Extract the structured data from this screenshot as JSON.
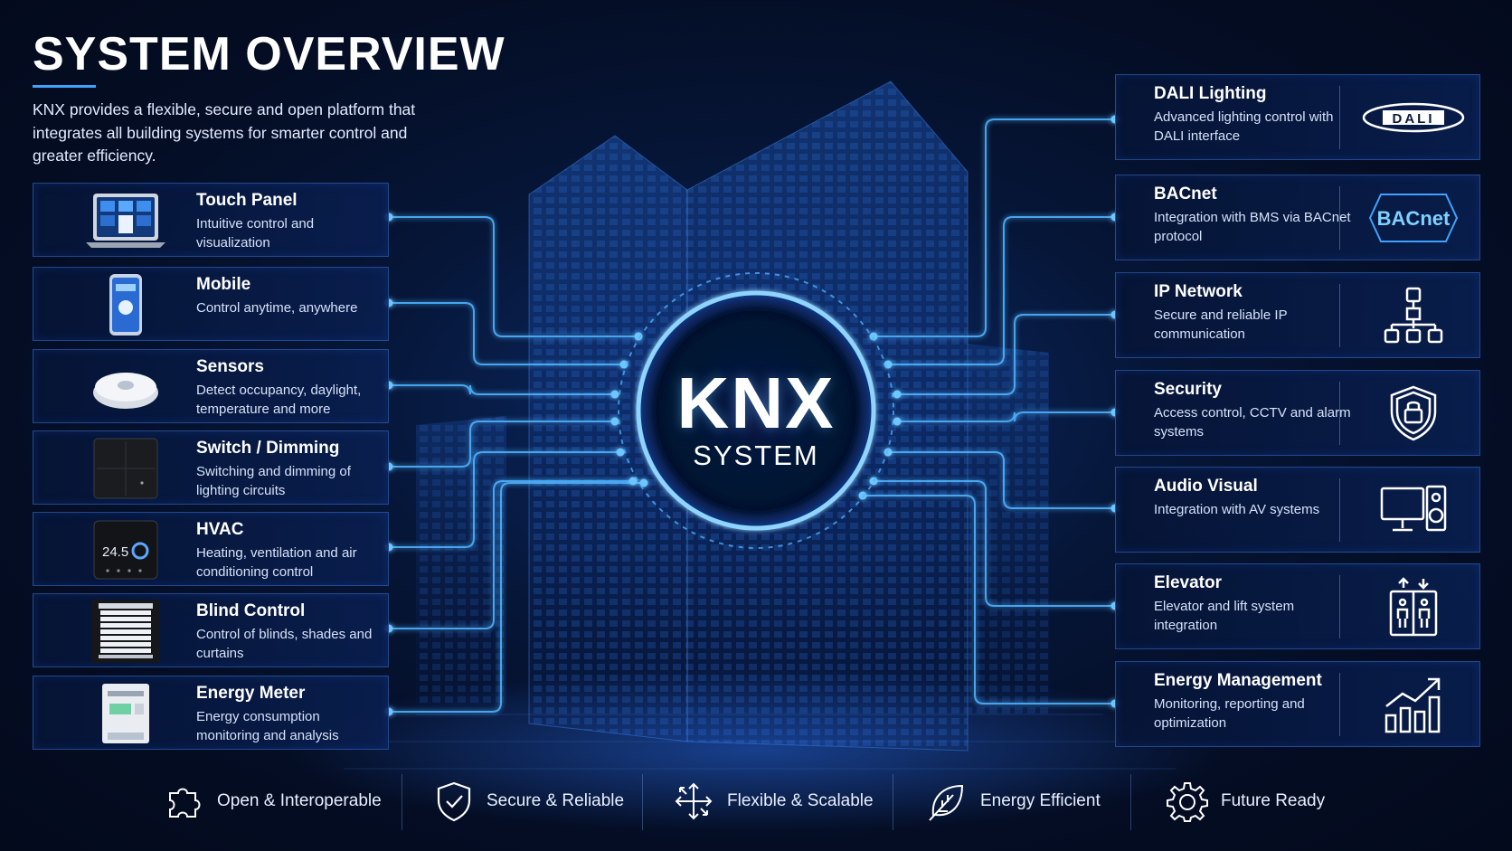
{
  "header": {
    "title": "SYSTEM OVERVIEW",
    "intro": "KNX provides a flexible, secure and open platform that integrates all building systems for smarter control and greater efficiency."
  },
  "hub": {
    "title": "KNX",
    "subtitle": "SYSTEM"
  },
  "left_devices": [
    {
      "name": "Touch Panel",
      "desc": "Intuitive control and visualization",
      "icon": "touch-panel-image"
    },
    {
      "name": "Mobile",
      "desc": "Control anytime, anywhere",
      "icon": "smartphone-image"
    },
    {
      "name": "Sensors",
      "desc": "Detect occupancy, daylight, temperature and more",
      "icon": "ceiling-sensor-image"
    },
    {
      "name": "Switch / Dimming",
      "desc": "Switching and dimming of lighting circuits",
      "icon": "wall-switch-image"
    },
    {
      "name": "HVAC",
      "desc": "Heating, ventilation and air conditioning control",
      "icon": "thermostat-image",
      "thermostat_reading": "24.5"
    },
    {
      "name": "Blind Control",
      "desc": "Control of blinds, shades and curtains",
      "icon": "window-blind-image"
    },
    {
      "name": "Energy Meter",
      "desc": "Energy consumption monitoring and analysis",
      "icon": "energy-meter-image"
    }
  ],
  "right_systems": [
    {
      "name": "DALI Lighting",
      "desc": "Advanced lighting control with DALI interface",
      "icon": "dali-logo",
      "logo_text": "DALI"
    },
    {
      "name": "BACnet",
      "desc": "Integration with BMS via BACnet protocol",
      "icon": "bacnet-logo",
      "logo_text": "BACnet"
    },
    {
      "name": "IP Network",
      "desc": "Secure and reliable IP communication",
      "icon": "network-topology-icon"
    },
    {
      "name": "Security",
      "desc": "Access control, CCTV and alarm systems",
      "icon": "shield-lock-icon"
    },
    {
      "name": "Audio Visual",
      "desc": "Integration with AV systems",
      "icon": "monitor-speaker-icon"
    },
    {
      "name": "Elevator",
      "desc": "Elevator and lift system integration",
      "icon": "elevator-icon"
    },
    {
      "name": "Energy Management",
      "desc": "Monitoring, reporting and optimization",
      "icon": "growth-chart-icon"
    }
  ],
  "features": [
    {
      "label": "Open & Interoperable",
      "icon": "puzzle-icon"
    },
    {
      "label": "Secure & Reliable",
      "icon": "shield-check-icon"
    },
    {
      "label": "Flexible & Scalable",
      "icon": "expand-arrows-icon"
    },
    {
      "label": "Energy Efficient",
      "icon": "leaf-icon"
    },
    {
      "label": "Future Ready",
      "icon": "gear-icon"
    }
  ],
  "colors": {
    "background": "#040d24",
    "accent": "#3fa2ff",
    "line": "#4fb4ff",
    "card_border": "#4682e6",
    "text": "#ffffff"
  }
}
